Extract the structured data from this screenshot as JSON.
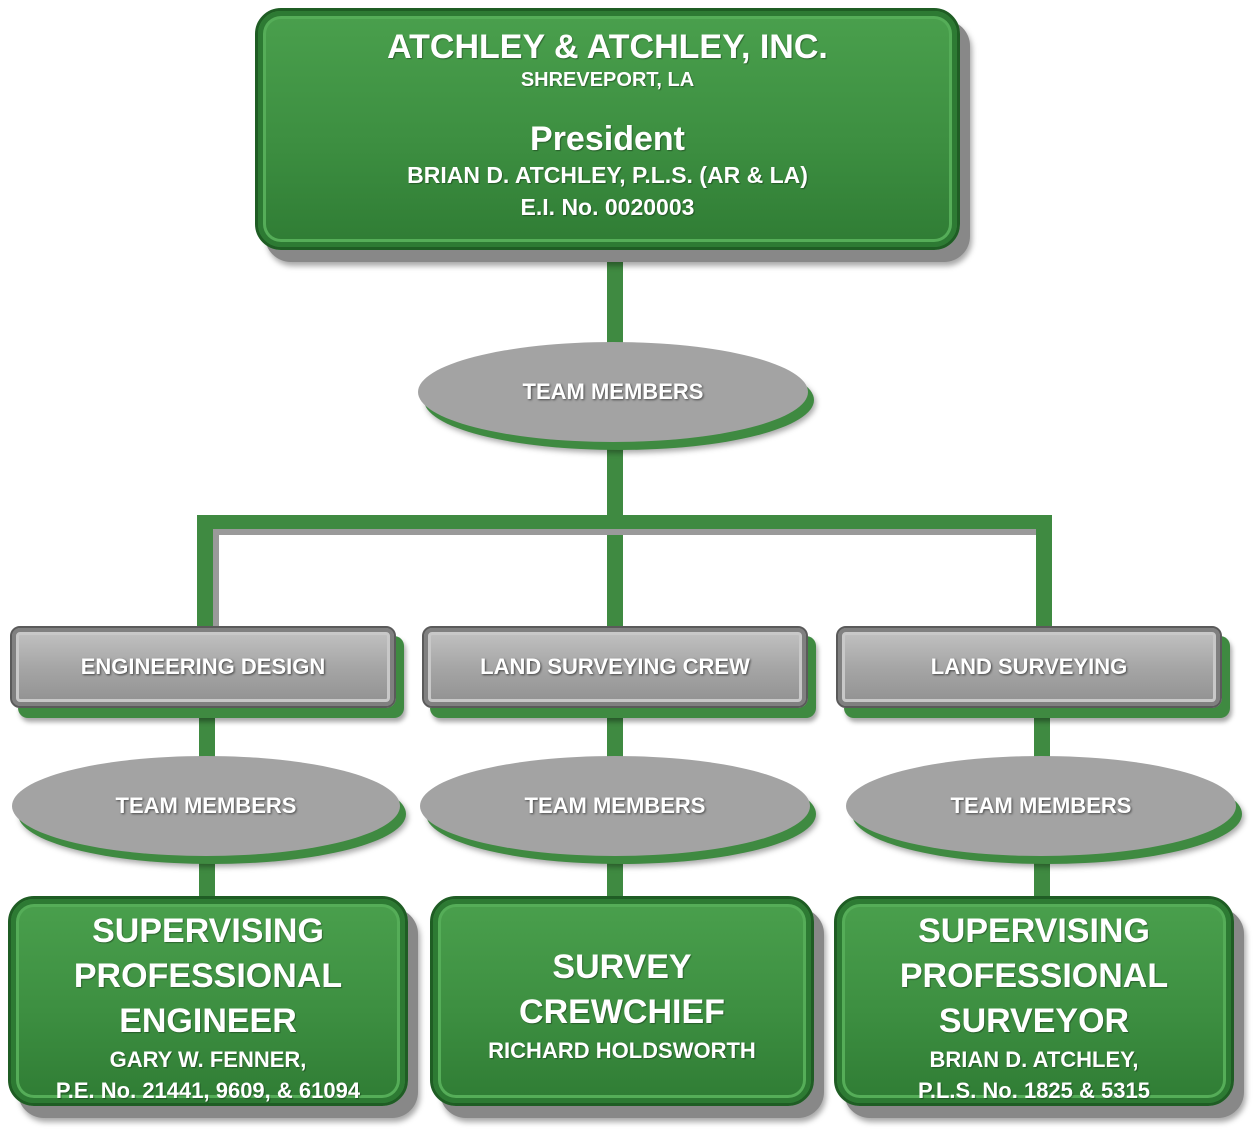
{
  "top_box": {
    "company": "ATCHLEY & ATCHLEY, INC.",
    "location": "SHREVEPORT, LA",
    "title": "President",
    "name": "BRIAN D. ATCHLEY, P.L.S. (AR & LA)",
    "license": "E.I. No. 0020003"
  },
  "top_ellipse": {
    "label": "TEAM MEMBERS"
  },
  "departments": [
    {
      "name": "ENGINEERING DESIGN",
      "ellipse_label": "TEAM MEMBERS",
      "role_lines": [
        "SUPERVISING",
        "PROFESSIONAL",
        "ENGINEER"
      ],
      "person": "GARY W. FENNER,",
      "license": "P.E. No. 21441, 9609, & 61094"
    },
    {
      "name": "LAND SURVEYING CREW",
      "ellipse_label": "TEAM MEMBERS",
      "role_lines": [
        "SURVEY",
        "CREWCHIEF"
      ],
      "person": "RICHARD HOLDSWORTH"
    },
    {
      "name": "LAND SURVEYING",
      "ellipse_label": "TEAM MEMBERS",
      "role_lines": [
        "SUPERVISING",
        "PROFESSIONAL",
        "SURVEYOR"
      ],
      "person": "BRIAN D. ATCHLEY,",
      "license": "P.L.S. No. 1825 & 5315"
    }
  ],
  "colors": {
    "green": "#3f8a41",
    "dark_green": "#1f5d24",
    "gray": "#a6a6a6",
    "text": "#ffffff"
  }
}
